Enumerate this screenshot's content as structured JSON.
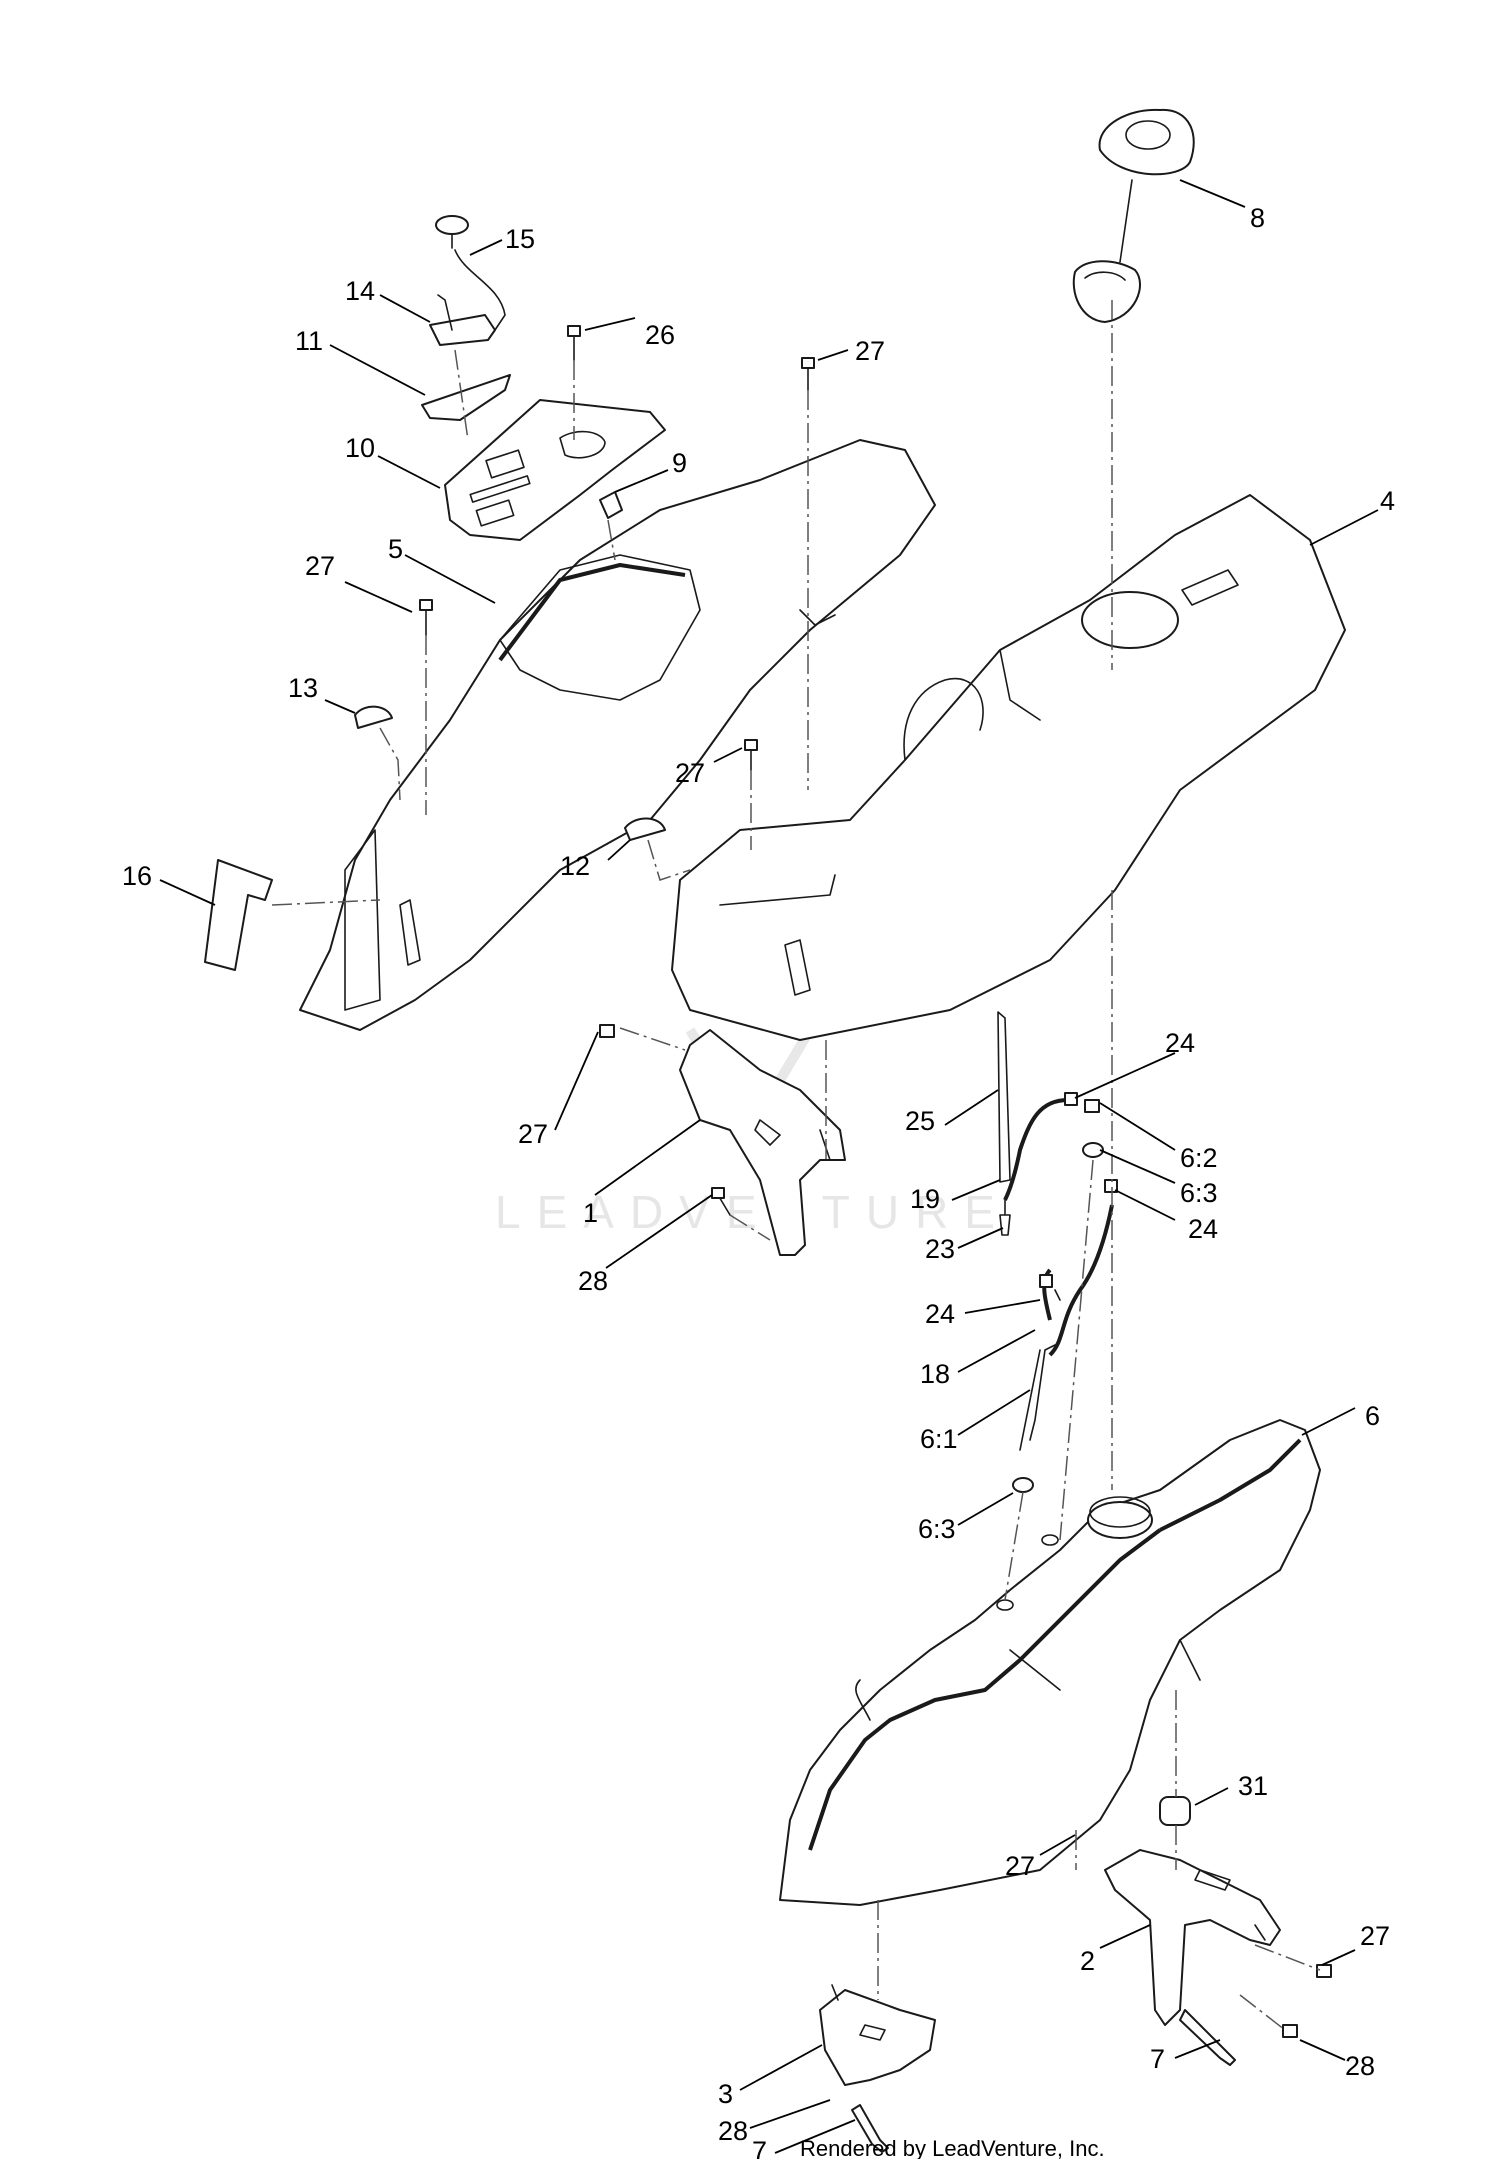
{
  "watermark": {
    "text": "LEADVENTURE"
  },
  "credit": "Rendered by LeadVenture, Inc.",
  "callouts": [
    "1",
    "2",
    "3",
    "4",
    "5",
    "6",
    "6:1",
    "6:2",
    "6:3",
    "7",
    "8",
    "9",
    "10",
    "11",
    "12",
    "13",
    "14",
    "15",
    "16",
    "18",
    "19",
    "23",
    "24",
    "25",
    "26",
    "27",
    "28",
    "31"
  ]
}
